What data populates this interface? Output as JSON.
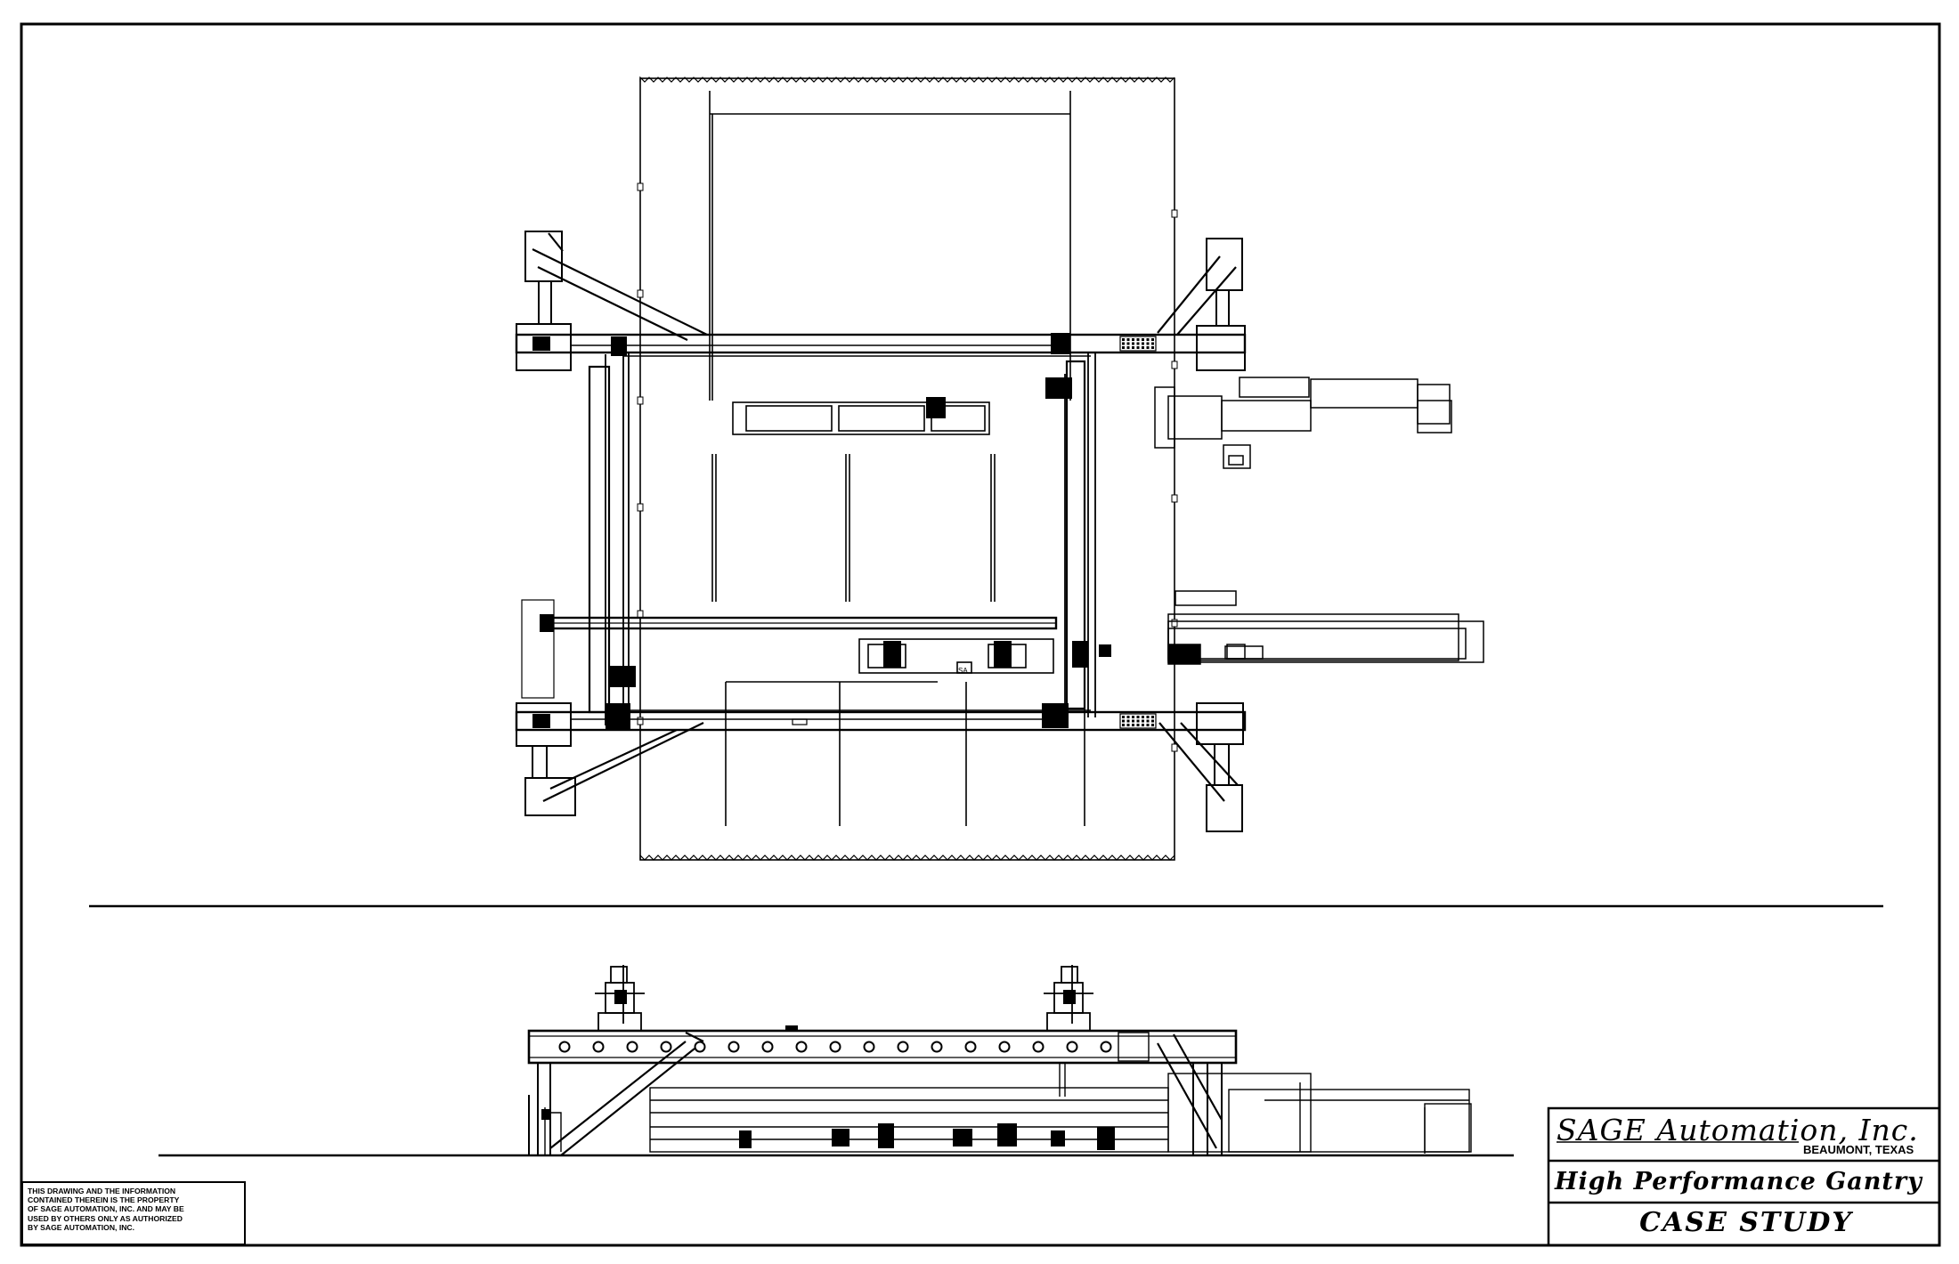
{
  "disclaimer": "THIS DRAWING AND THE INFORMATION\nCONTAINED THEREIN IS THE PROPERTY\nOF SAGE AUTOMATION, INC. AND MAY BE\nUSED BY OTHERS ONLY AS AUTHORIZED\nBY SAGE AUTOMATION, INC.",
  "title_block": {
    "company": "SAGE Automation, Inc.",
    "location": "BEAUMONT, TEXAS",
    "project": "High Performance Gantry",
    "drawing_title": "CASE STUDY"
  },
  "marker_label": "SA"
}
